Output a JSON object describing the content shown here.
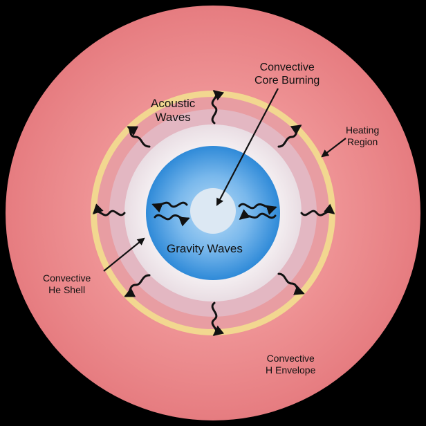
{
  "labels": {
    "core_burning": [
      "Convective",
      "Core Burning"
    ],
    "acoustic_waves": [
      "Acoustic",
      "Waves"
    ],
    "heating_region": [
      "Heating",
      "Region"
    ],
    "gravity_waves": "Gravity Waves",
    "he_shell": [
      "Convective",
      "He Shell"
    ],
    "h_envelope": [
      "Convective",
      "H Envelope"
    ]
  },
  "colors": {
    "background": "#000000",
    "envelope": "#ec8a8c",
    "heating_ring": "#f0d48a",
    "he_shell": "#f3eef0",
    "radiative_zone": "#4aa0e2",
    "core": "#dde8f2",
    "wave_stroke": "#111111"
  }
}
